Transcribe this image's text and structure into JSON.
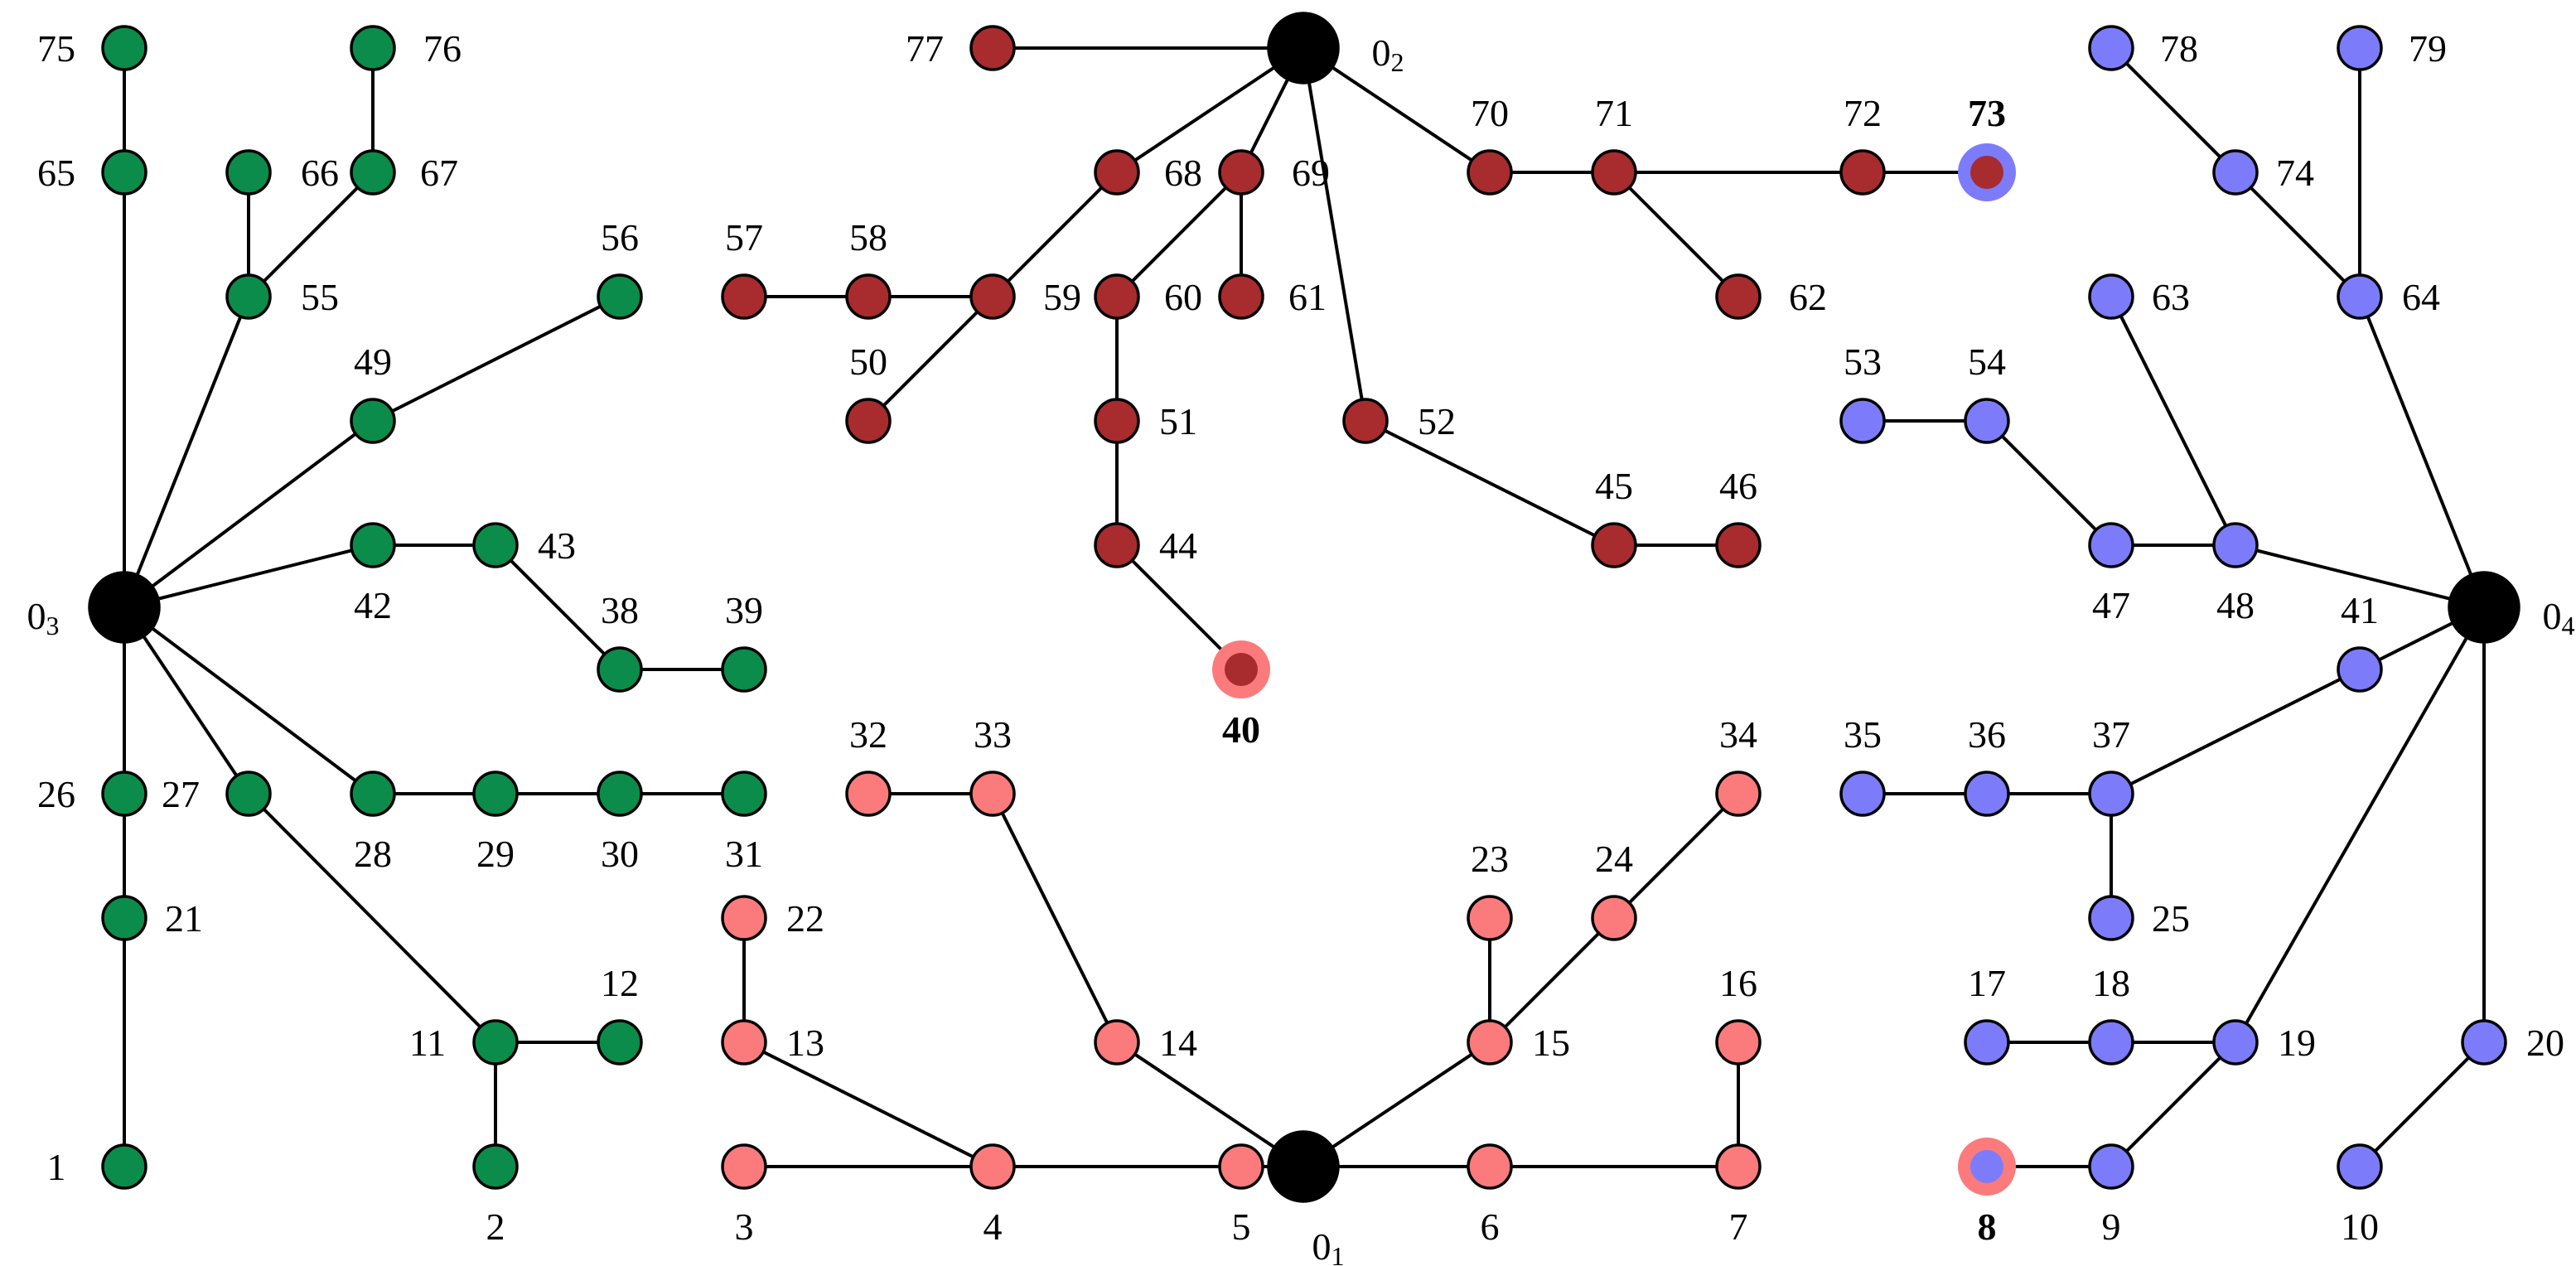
{
  "colors": {
    "green": "#0c8c4a",
    "maroon": "#a82b2e",
    "pink": "#fb7b7d",
    "blue": "#7c7cfb",
    "depot": "#000000",
    "edge": "#000000"
  },
  "nodes": [
    {
      "id": "1",
      "label": "1",
      "group": "green"
    },
    {
      "id": "2",
      "label": "2",
      "group": "green"
    },
    {
      "id": "3",
      "label": "3",
      "group": "pink"
    },
    {
      "id": "4",
      "label": "4",
      "group": "pink"
    },
    {
      "id": "5",
      "label": "5",
      "group": "pink"
    },
    {
      "id": "6",
      "label": "6",
      "group": "pink"
    },
    {
      "id": "7",
      "label": "7",
      "group": "pink"
    },
    {
      "id": "8",
      "label": "8",
      "group": "blue",
      "highlight": "pink"
    },
    {
      "id": "9",
      "label": "9",
      "group": "blue"
    },
    {
      "id": "10",
      "label": "10",
      "group": "blue"
    },
    {
      "id": "11",
      "label": "11",
      "group": "green"
    },
    {
      "id": "12",
      "label": "12",
      "group": "green"
    },
    {
      "id": "13",
      "label": "13",
      "group": "pink"
    },
    {
      "id": "14",
      "label": "14",
      "group": "pink"
    },
    {
      "id": "15",
      "label": "15",
      "group": "pink"
    },
    {
      "id": "16",
      "label": "16",
      "group": "pink"
    },
    {
      "id": "17",
      "label": "17",
      "group": "blue"
    },
    {
      "id": "18",
      "label": "18",
      "group": "blue"
    },
    {
      "id": "19",
      "label": "19",
      "group": "blue"
    },
    {
      "id": "20",
      "label": "20",
      "group": "blue"
    },
    {
      "id": "21",
      "label": "21",
      "group": "green"
    },
    {
      "id": "22",
      "label": "22",
      "group": "pink"
    },
    {
      "id": "23",
      "label": "23",
      "group": "pink"
    },
    {
      "id": "24",
      "label": "24",
      "group": "pink"
    },
    {
      "id": "25",
      "label": "25",
      "group": "blue"
    },
    {
      "id": "26",
      "label": "26",
      "group": "green"
    },
    {
      "id": "27",
      "label": "27",
      "group": "green"
    },
    {
      "id": "28",
      "label": "28",
      "group": "green"
    },
    {
      "id": "29",
      "label": "29",
      "group": "green"
    },
    {
      "id": "30",
      "label": "30",
      "group": "green"
    },
    {
      "id": "31",
      "label": "31",
      "group": "green"
    },
    {
      "id": "32",
      "label": "32",
      "group": "pink"
    },
    {
      "id": "33",
      "label": "33",
      "group": "pink"
    },
    {
      "id": "34",
      "label": "34",
      "group": "pink"
    },
    {
      "id": "35",
      "label": "35",
      "group": "blue"
    },
    {
      "id": "36",
      "label": "36",
      "group": "blue"
    },
    {
      "id": "37",
      "label": "37",
      "group": "blue"
    },
    {
      "id": "38",
      "label": "38",
      "group": "green"
    },
    {
      "id": "39",
      "label": "39",
      "group": "green"
    },
    {
      "id": "40",
      "label": "40",
      "group": "maroon",
      "highlight": "pink"
    },
    {
      "id": "41",
      "label": "41",
      "group": "blue"
    },
    {
      "id": "42",
      "label": "42",
      "group": "green"
    },
    {
      "id": "43",
      "label": "43",
      "group": "green"
    },
    {
      "id": "44",
      "label": "44",
      "group": "maroon"
    },
    {
      "id": "45",
      "label": "45",
      "group": "maroon"
    },
    {
      "id": "46",
      "label": "46",
      "group": "maroon"
    },
    {
      "id": "47",
      "label": "47",
      "group": "blue"
    },
    {
      "id": "48",
      "label": "48",
      "group": "blue"
    },
    {
      "id": "49",
      "label": "49",
      "group": "green"
    },
    {
      "id": "50",
      "label": "50",
      "group": "maroon"
    },
    {
      "id": "51",
      "label": "51",
      "group": "maroon"
    },
    {
      "id": "52",
      "label": "52",
      "group": "maroon"
    },
    {
      "id": "53",
      "label": "53",
      "group": "blue"
    },
    {
      "id": "54",
      "label": "54",
      "group": "blue"
    },
    {
      "id": "55",
      "label": "55",
      "group": "green"
    },
    {
      "id": "56",
      "label": "56",
      "group": "green"
    },
    {
      "id": "57",
      "label": "57",
      "group": "maroon"
    },
    {
      "id": "58",
      "label": "58",
      "group": "maroon"
    },
    {
      "id": "59",
      "label": "59",
      "group": "maroon"
    },
    {
      "id": "60",
      "label": "60",
      "group": "maroon"
    },
    {
      "id": "61",
      "label": "61",
      "group": "maroon"
    },
    {
      "id": "62",
      "label": "62",
      "group": "maroon"
    },
    {
      "id": "63",
      "label": "63",
      "group": "blue"
    },
    {
      "id": "64",
      "label": "64",
      "group": "blue"
    },
    {
      "id": "65",
      "label": "65",
      "group": "green"
    },
    {
      "id": "66",
      "label": "66",
      "group": "green"
    },
    {
      "id": "67",
      "label": "67",
      "group": "green"
    },
    {
      "id": "68",
      "label": "68",
      "group": "maroon"
    },
    {
      "id": "69",
      "label": "69",
      "group": "maroon"
    },
    {
      "id": "70",
      "label": "70",
      "group": "maroon"
    },
    {
      "id": "71",
      "label": "71",
      "group": "maroon"
    },
    {
      "id": "72",
      "label": "72",
      "group": "maroon"
    },
    {
      "id": "73",
      "label": "73",
      "group": "maroon",
      "highlight": "blue"
    },
    {
      "id": "74",
      "label": "74",
      "group": "blue"
    },
    {
      "id": "75",
      "label": "75",
      "group": "green"
    },
    {
      "id": "76",
      "label": "76",
      "group": "green"
    },
    {
      "id": "77",
      "label": "77",
      "group": "maroon"
    },
    {
      "id": "78",
      "label": "78",
      "group": "blue"
    },
    {
      "id": "79",
      "label": "79",
      "group": "blue"
    },
    {
      "id": "d1",
      "label": "0",
      "sub": "1",
      "group": "depot"
    },
    {
      "id": "d2",
      "label": "0",
      "sub": "2",
      "group": "depot"
    },
    {
      "id": "d3",
      "label": "0",
      "sub": "3",
      "group": "depot"
    },
    {
      "id": "d4",
      "label": "0",
      "sub": "4",
      "group": "depot"
    }
  ],
  "edges": [
    [
      "75",
      "65"
    ],
    [
      "65",
      "d3"
    ],
    [
      "76",
      "67"
    ],
    [
      "66",
      "55"
    ],
    [
      "67",
      "55"
    ],
    [
      "55",
      "d3"
    ],
    [
      "56",
      "49"
    ],
    [
      "49",
      "d3"
    ],
    [
      "42",
      "d3"
    ],
    [
      "42",
      "43"
    ],
    [
      "43",
      "38"
    ],
    [
      "38",
      "39"
    ],
    [
      "d3",
      "28"
    ],
    [
      "28",
      "29"
    ],
    [
      "29",
      "30"
    ],
    [
      "30",
      "31"
    ],
    [
      "d3",
      "26"
    ],
    [
      "26",
      "21"
    ],
    [
      "21",
      "1"
    ],
    [
      "d3",
      "27"
    ],
    [
      "27",
      "11"
    ],
    [
      "11",
      "12"
    ],
    [
      "11",
      "2"
    ],
    [
      "77",
      "d2"
    ],
    [
      "d2",
      "68"
    ],
    [
      "68",
      "59"
    ],
    [
      "59",
      "58"
    ],
    [
      "58",
      "57"
    ],
    [
      "59",
      "50"
    ],
    [
      "d2",
      "69"
    ],
    [
      "69",
      "60"
    ],
    [
      "69",
      "61"
    ],
    [
      "60",
      "51"
    ],
    [
      "51",
      "44"
    ],
    [
      "44",
      "40"
    ],
    [
      "d2",
      "52"
    ],
    [
      "52",
      "45"
    ],
    [
      "45",
      "46"
    ],
    [
      "d2",
      "70"
    ],
    [
      "70",
      "71"
    ],
    [
      "71",
      "72"
    ],
    [
      "72",
      "73"
    ],
    [
      "71",
      "62"
    ],
    [
      "32",
      "33"
    ],
    [
      "33",
      "14"
    ],
    [
      "14",
      "d1"
    ],
    [
      "22",
      "13"
    ],
    [
      "13",
      "4"
    ],
    [
      "3",
      "4"
    ],
    [
      "4",
      "5"
    ],
    [
      "5",
      "d1"
    ],
    [
      "d1",
      "6"
    ],
    [
      "6",
      "7"
    ],
    [
      "7",
      "16"
    ],
    [
      "d1",
      "15"
    ],
    [
      "15",
      "23"
    ],
    [
      "15",
      "24"
    ],
    [
      "24",
      "34"
    ],
    [
      "78",
      "74"
    ],
    [
      "74",
      "64"
    ],
    [
      "79",
      "64"
    ],
    [
      "64",
      "d4"
    ],
    [
      "63",
      "48"
    ],
    [
      "48",
      "d4"
    ],
    [
      "53",
      "54"
    ],
    [
      "54",
      "47"
    ],
    [
      "47",
      "48"
    ],
    [
      "d4",
      "41"
    ],
    [
      "41",
      "37"
    ],
    [
      "35",
      "36"
    ],
    [
      "36",
      "37"
    ],
    [
      "37",
      "25"
    ],
    [
      "d4",
      "19"
    ],
    [
      "17",
      "18"
    ],
    [
      "18",
      "19"
    ],
    [
      "19",
      "9"
    ],
    [
      "8",
      "9"
    ],
    [
      "d4",
      "20"
    ],
    [
      "20",
      "10"
    ]
  ]
}
